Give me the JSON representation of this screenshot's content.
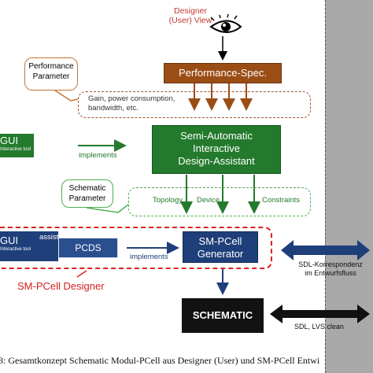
{
  "designer_view": {
    "line1": "Designer",
    "line2": "(User) View"
  },
  "performance_spec": "Performance-Spec.",
  "performance_parameter": {
    "line1": "Performance",
    "line2": "Parameter"
  },
  "gain_text": {
    "line1": "Gain, power consumption,",
    "line2": "bandwidth, etc."
  },
  "semi_auto": {
    "line1": "Semi-Automatic",
    "line2": "Interactive",
    "line3": "Design-Assistant"
  },
  "gui_top": {
    "title": "GUI",
    "subtitle": "Interactive tool"
  },
  "implements_top": "implements",
  "schematic_parameter": {
    "line1": "Schematic",
    "line2": "Parameter"
  },
  "topology": "Topology",
  "device": "Device",
  "constraints": "Constraints",
  "gui_bottom": {
    "title": "GUI",
    "subtitle": "Interactive tool"
  },
  "assists": "assists",
  "pcds": "PCDS",
  "implements_mid": "implements",
  "smpcell_generator": {
    "line1": "SM-PCell",
    "line2": "Generator"
  },
  "smpcell_designer": "SM-PCell Designer",
  "schematic": "SCHEMATIC",
  "sdl_korrespondenz": {
    "line1": "SDL-Korrespondenz",
    "line2": "im Entwurfsfluss"
  },
  "sdl_lvs": "SDL, LVS clean",
  "caption": "3: Gesamtkonzept Schematic Modul-PCell aus Designer (User) und SM-PCell Entwi",
  "colors": {
    "brown": "#9b4d16",
    "green": "#237a2c",
    "navy": "#1f3f7a",
    "red": "#e02020",
    "gray": "#a9a9a9",
    "black": "#121212"
  }
}
